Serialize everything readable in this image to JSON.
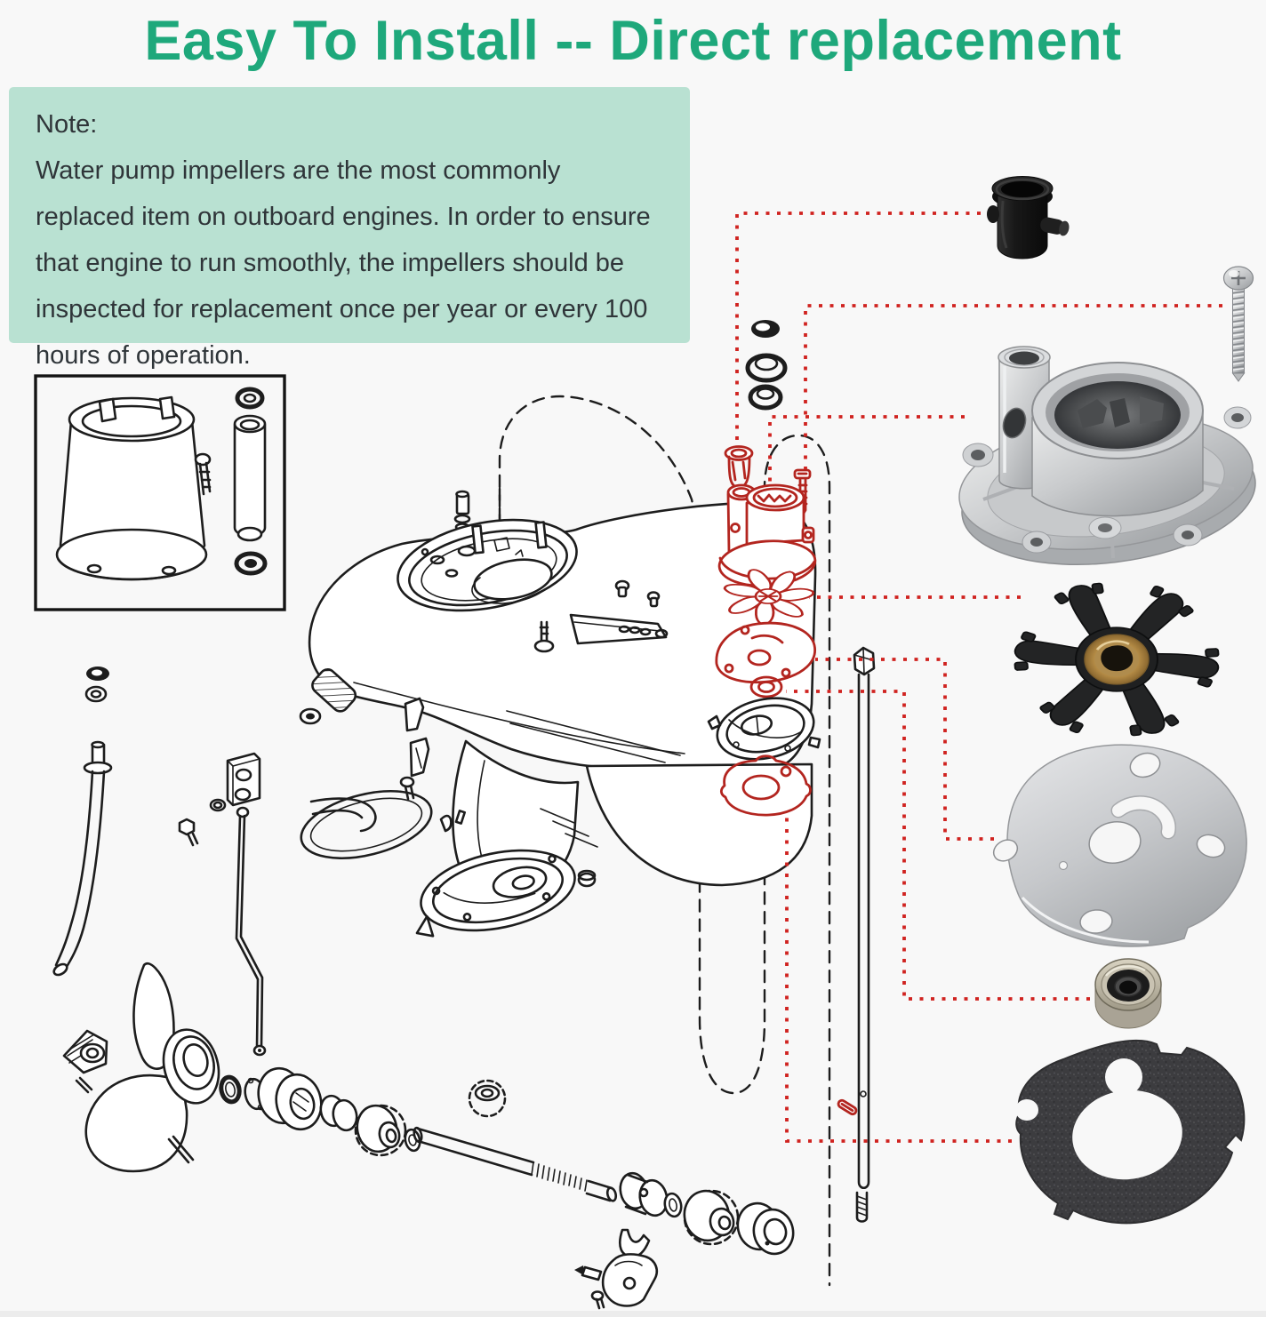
{
  "title": "Easy To Install -- Direct replacement",
  "note": {
    "label": "Note:",
    "body": "Water pump impellers are the most commonly replaced item on outboard engines. In order to ensure that engine to run smoothly, the impellers should be inspected for replacement once per year or every 100 hours of operation."
  },
  "colors": {
    "page_bg": "#f8f8f8",
    "title_green": "#1ea87b",
    "note_bg": "#b9e1d2",
    "note_text": "#2f3539",
    "line_art": "#1d1d1d",
    "highlight_red": "#b3251f",
    "connector_red": "#d02320"
  },
  "kit_photos": [
    {
      "name": "impeller-drive-key-photo"
    },
    {
      "name": "pan-head-mounting-screw-photo"
    },
    {
      "name": "water-pump-housing-photo"
    },
    {
      "name": "impeller-photo"
    },
    {
      "name": "impeller-wear-plate-photo"
    },
    {
      "name": "driveshaft-oil-seal-photo"
    },
    {
      "name": "water-pump-base-gasket-photo"
    }
  ],
  "diagram": {
    "type": "exploded-parts-line-art",
    "highlighted_parts": [
      "drive-key",
      "pump-housing",
      "mounting-screw",
      "impeller",
      "wear-plate",
      "oil-seal",
      "base-gasket",
      "shear-pin"
    ],
    "connector_count": 7
  }
}
